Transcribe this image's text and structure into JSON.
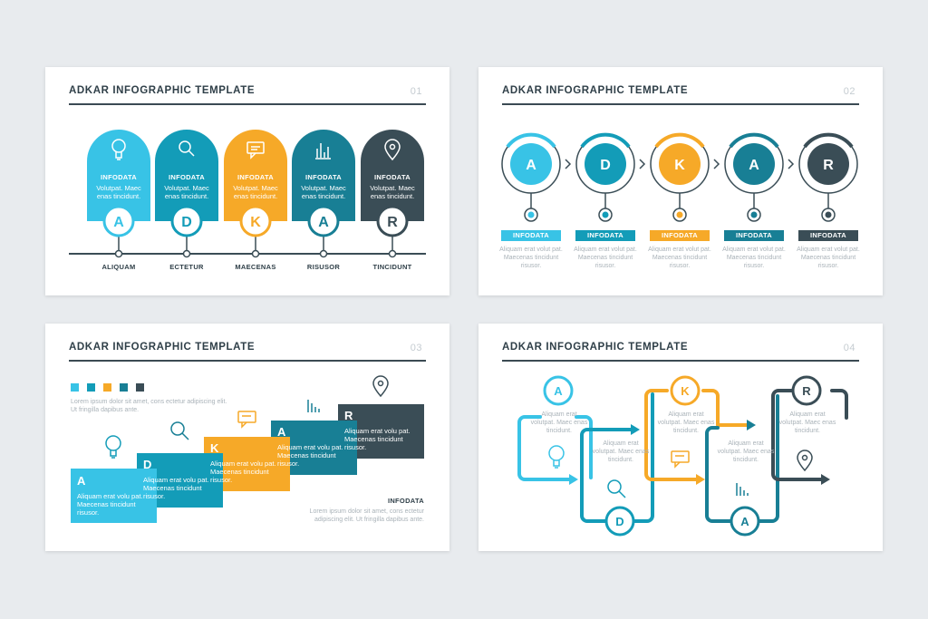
{
  "colors": {
    "cyan": "#38c3e6",
    "teal": "#139cb8",
    "orange": "#f6a928",
    "dteal": "#187f95",
    "dark": "#3a4d56"
  },
  "s1": {
    "title": "ADKAR INFOGRAPHIC TEMPLATE",
    "num": "01",
    "steps": [
      {
        "letter": "A",
        "title": "INFODATA",
        "text": "Volutpat. Maec enas tincidunt.",
        "label": "ALIQUAM",
        "icon": "lightbulb-icon"
      },
      {
        "letter": "D",
        "title": "INFODATA",
        "text": "Volutpat. Maec enas tincidunt.",
        "label": "ECTETUR",
        "icon": "magnifier-icon"
      },
      {
        "letter": "K",
        "title": "INFODATA",
        "text": "Volutpat. Maec enas tincidunt.",
        "label": "MAECENAS",
        "icon": "chat-bubble-icon"
      },
      {
        "letter": "A",
        "title": "INFODATA",
        "text": "Volutpat. Maec enas tincidunt.",
        "label": "RISUSOR",
        "icon": "bar-chart-icon"
      },
      {
        "letter": "R",
        "title": "INFODATA",
        "text": "Volutpat. Maec enas tincidunt.",
        "label": "TINCIDUNT",
        "icon": "location-pin-icon"
      }
    ]
  },
  "s2": {
    "title": "ADKAR INFOGRAPHIC TEMPLATE",
    "num": "02",
    "steps": [
      {
        "letter": "A",
        "tag": "INFODATA",
        "text": "Aliquam erat volut pat. Maecenas tincidunt risusor."
      },
      {
        "letter": "D",
        "tag": "INFODATA",
        "text": "Aliquam erat volut pat. Maecenas tincidunt risusor."
      },
      {
        "letter": "K",
        "tag": "INFODATA",
        "text": "Aliquam erat volut pat. Maecenas tincidunt risusor."
      },
      {
        "letter": "A",
        "tag": "INFODATA",
        "text": "Aliquam erat volut pat. Maecenas tincidunt risusor."
      },
      {
        "letter": "R",
        "tag": "INFODATA",
        "text": "Aliquam erat volut pat. Maecenas tincidunt risusor."
      }
    ]
  },
  "s3": {
    "title": "ADKAR INFOGRAPHIC TEMPLATE",
    "num": "03",
    "intro": "Lorem ipsum dolor sit amet, cons ectetur adipiscing elit. Ut fringilla dapibus ante.",
    "info_title": "INFODATA",
    "info_text": "Lorem ipsum dolor sit amet, cons ectetur adipiscing elit. Ut fringilla dapibus ante.",
    "steps": [
      {
        "letter": "A",
        "text": "Aliquam erat volu pat. Maecenas tincidunt risusor."
      },
      {
        "letter": "D",
        "text": "Aliquam erat volu pat. Maecenas tincidunt risusor."
      },
      {
        "letter": "K",
        "text": "Aliquam erat volu pat. Maecenas tincidunt risusor."
      },
      {
        "letter": "A",
        "text": "Aliquam erat volu pat. Maecenas tincidunt risusor."
      },
      {
        "letter": "R",
        "text": "Aliquam erat volu pat. Maecenas tincidunt risusor."
      }
    ]
  },
  "s4": {
    "title": "ADKAR INFOGRAPHIC TEMPLATE",
    "num": "04",
    "steps": [
      {
        "letter": "A",
        "text": "Aliquam erat volutpat. Maec enas tincidunt."
      },
      {
        "letter": "D",
        "text": "Aliquam erat volutpat. Maec enas tincidunt."
      },
      {
        "letter": "K",
        "text": "Aliquam erat volutpat. Maec enas tincidunt."
      },
      {
        "letter": "A",
        "text": "Aliquam erat volutpat. Maec enas tincidunt."
      },
      {
        "letter": "R",
        "text": "Aliquam erat volutpat. Maec enas tincidunt."
      }
    ]
  }
}
